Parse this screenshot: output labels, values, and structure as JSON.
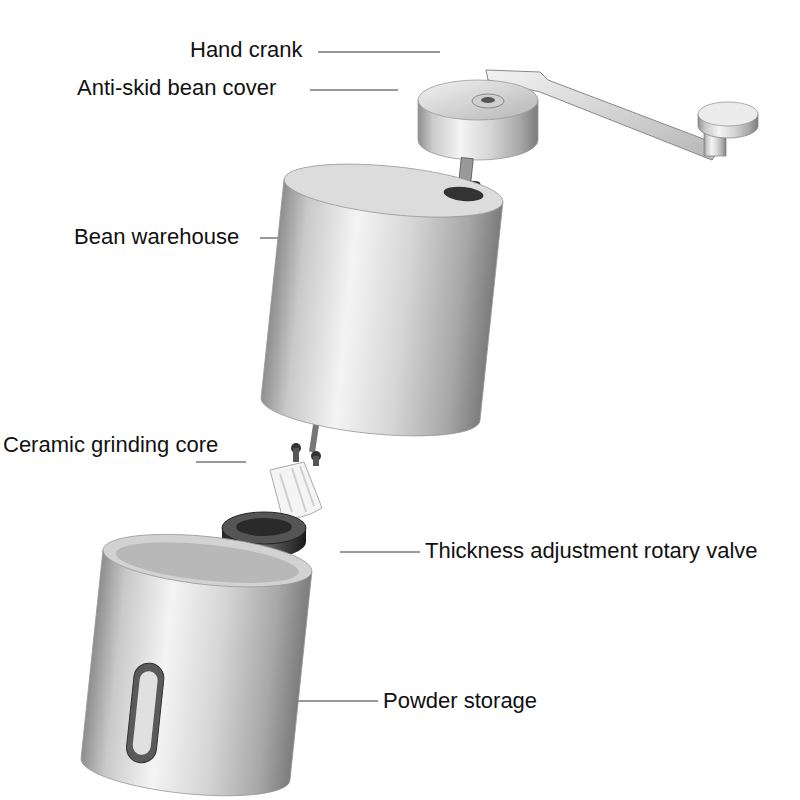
{
  "diagram": {
    "labels": [
      "Hand crank",
      "Anti-skid bean cover",
      "Bean warehouse",
      "Ceramic grinding core",
      "Thickness adjustment rotary valve",
      "Powder storage"
    ]
  }
}
